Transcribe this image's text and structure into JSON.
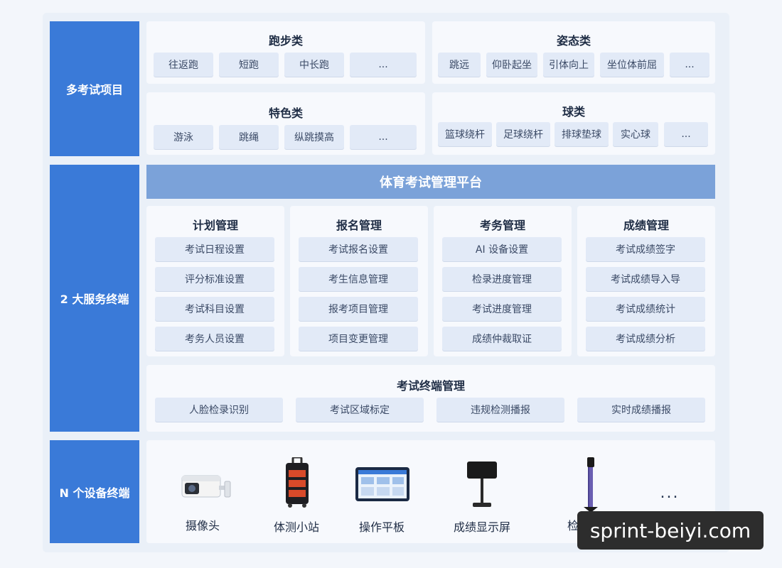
{
  "sidebar": {
    "exam_items": "多考试项目",
    "service_terminals": "2 大服务终端",
    "device_terminals": "N 个设备终端"
  },
  "categories": [
    {
      "title": "跑步类",
      "items": [
        "往返跑",
        "短跑",
        "中长跑",
        "..."
      ]
    },
    {
      "title": "姿态类",
      "items": [
        "跳远",
        "仰卧起坐",
        "引体向上",
        "坐位体前屈",
        "..."
      ]
    },
    {
      "title": "特色类",
      "items": [
        "游泳",
        "跳绳",
        "纵跳摸高",
        "..."
      ]
    },
    {
      "title": "球类",
      "items": [
        "篮球绕杆",
        "足球绕杆",
        "排球垫球",
        "实心球",
        "..."
      ]
    }
  ],
  "platform": {
    "title": "体育考试管理平台"
  },
  "modules": [
    {
      "title": "计划管理",
      "items": [
        "考试日程设置",
        "评分标准设置",
        "考试科目设置",
        "考务人员设置"
      ]
    },
    {
      "title": "报名管理",
      "items": [
        "考试报名设置",
        "考生信息管理",
        "报考项目管理",
        "项目变更管理"
      ]
    },
    {
      "title": "考务管理",
      "items": [
        "AI 设备设置",
        "检录进度管理",
        "考试进度管理",
        "成绩仲裁取证"
      ]
    },
    {
      "title": "成绩管理",
      "items": [
        "考试成绩签字",
        "考试成绩导入导",
        "考试成绩统计",
        "考试成绩分析"
      ]
    }
  ],
  "terminal_mgmt": {
    "title": "考试终端管理",
    "items": [
      "人脸检录识别",
      "考试区域标定",
      "违规检测播报",
      "实时成绩播报"
    ]
  },
  "devices": [
    {
      "label": "摄像头",
      "icon": "camera-icon"
    },
    {
      "label": "体测小站",
      "icon": "station-icon"
    },
    {
      "label": "操作平板",
      "icon": "tablet-icon"
    },
    {
      "label": "成绩显示屏",
      "icon": "display-icon"
    },
    {
      "label": "检录设备",
      "icon": "checkin-device-icon"
    },
    {
      "label": "...",
      "icon": "more-icon"
    }
  ],
  "watermark": "sprint-beiyi.com"
}
